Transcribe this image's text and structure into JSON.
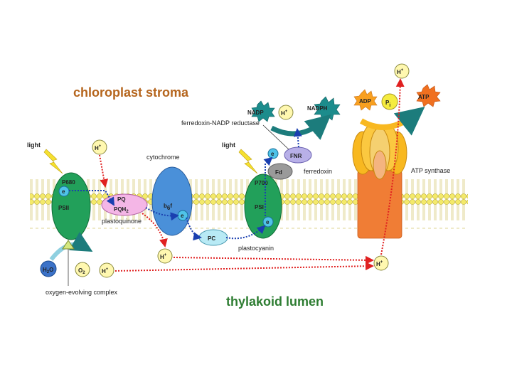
{
  "title_top": "chloroplast stroma",
  "title_bottom": "thylakoid lumen",
  "colors": {
    "stroma_title": "#b5651d",
    "lumen_title": "#2e7d32",
    "photosystem": "#22a05a",
    "cytochrome": "#4a90d9",
    "pq": "#f4b6e6",
    "pc": "#b8eaf5",
    "atp_synthase": "#f0a060",
    "ion": "#fff8b0"
  },
  "labels": {
    "light1": "light",
    "light2": "light",
    "p680": "P680",
    "psii": "PSII",
    "pq": "PQ",
    "pqh2": "PQH",
    "pqh2_sub": "2",
    "plastoquinone": "plastoquinone",
    "cytochrome": "cytochrome",
    "b6f_b": "b",
    "b6f_sub": "6",
    "b6f_f": "f",
    "pc": "PC",
    "plastocyanin": "plastocyanin",
    "p700": "P700",
    "psi": "PSI",
    "fd": "Fd",
    "ferredoxin": "ferredoxin",
    "fnr": "FNR",
    "fnr_full": "ferredoxin-NADP reductase",
    "nadp": "NADP",
    "nadph": "NADPH",
    "adp": "ADP",
    "atp": "ATP",
    "pi": "P",
    "pi_sub": "i",
    "atp_synthase": "ATP synthase",
    "h2o": "H",
    "h2o_sub": "2",
    "h2o_o": "O",
    "o2": "O",
    "o2_sub": "2",
    "oec": "oxygen-evolving complex",
    "h": "H",
    "plus": "+",
    "e": "e"
  }
}
